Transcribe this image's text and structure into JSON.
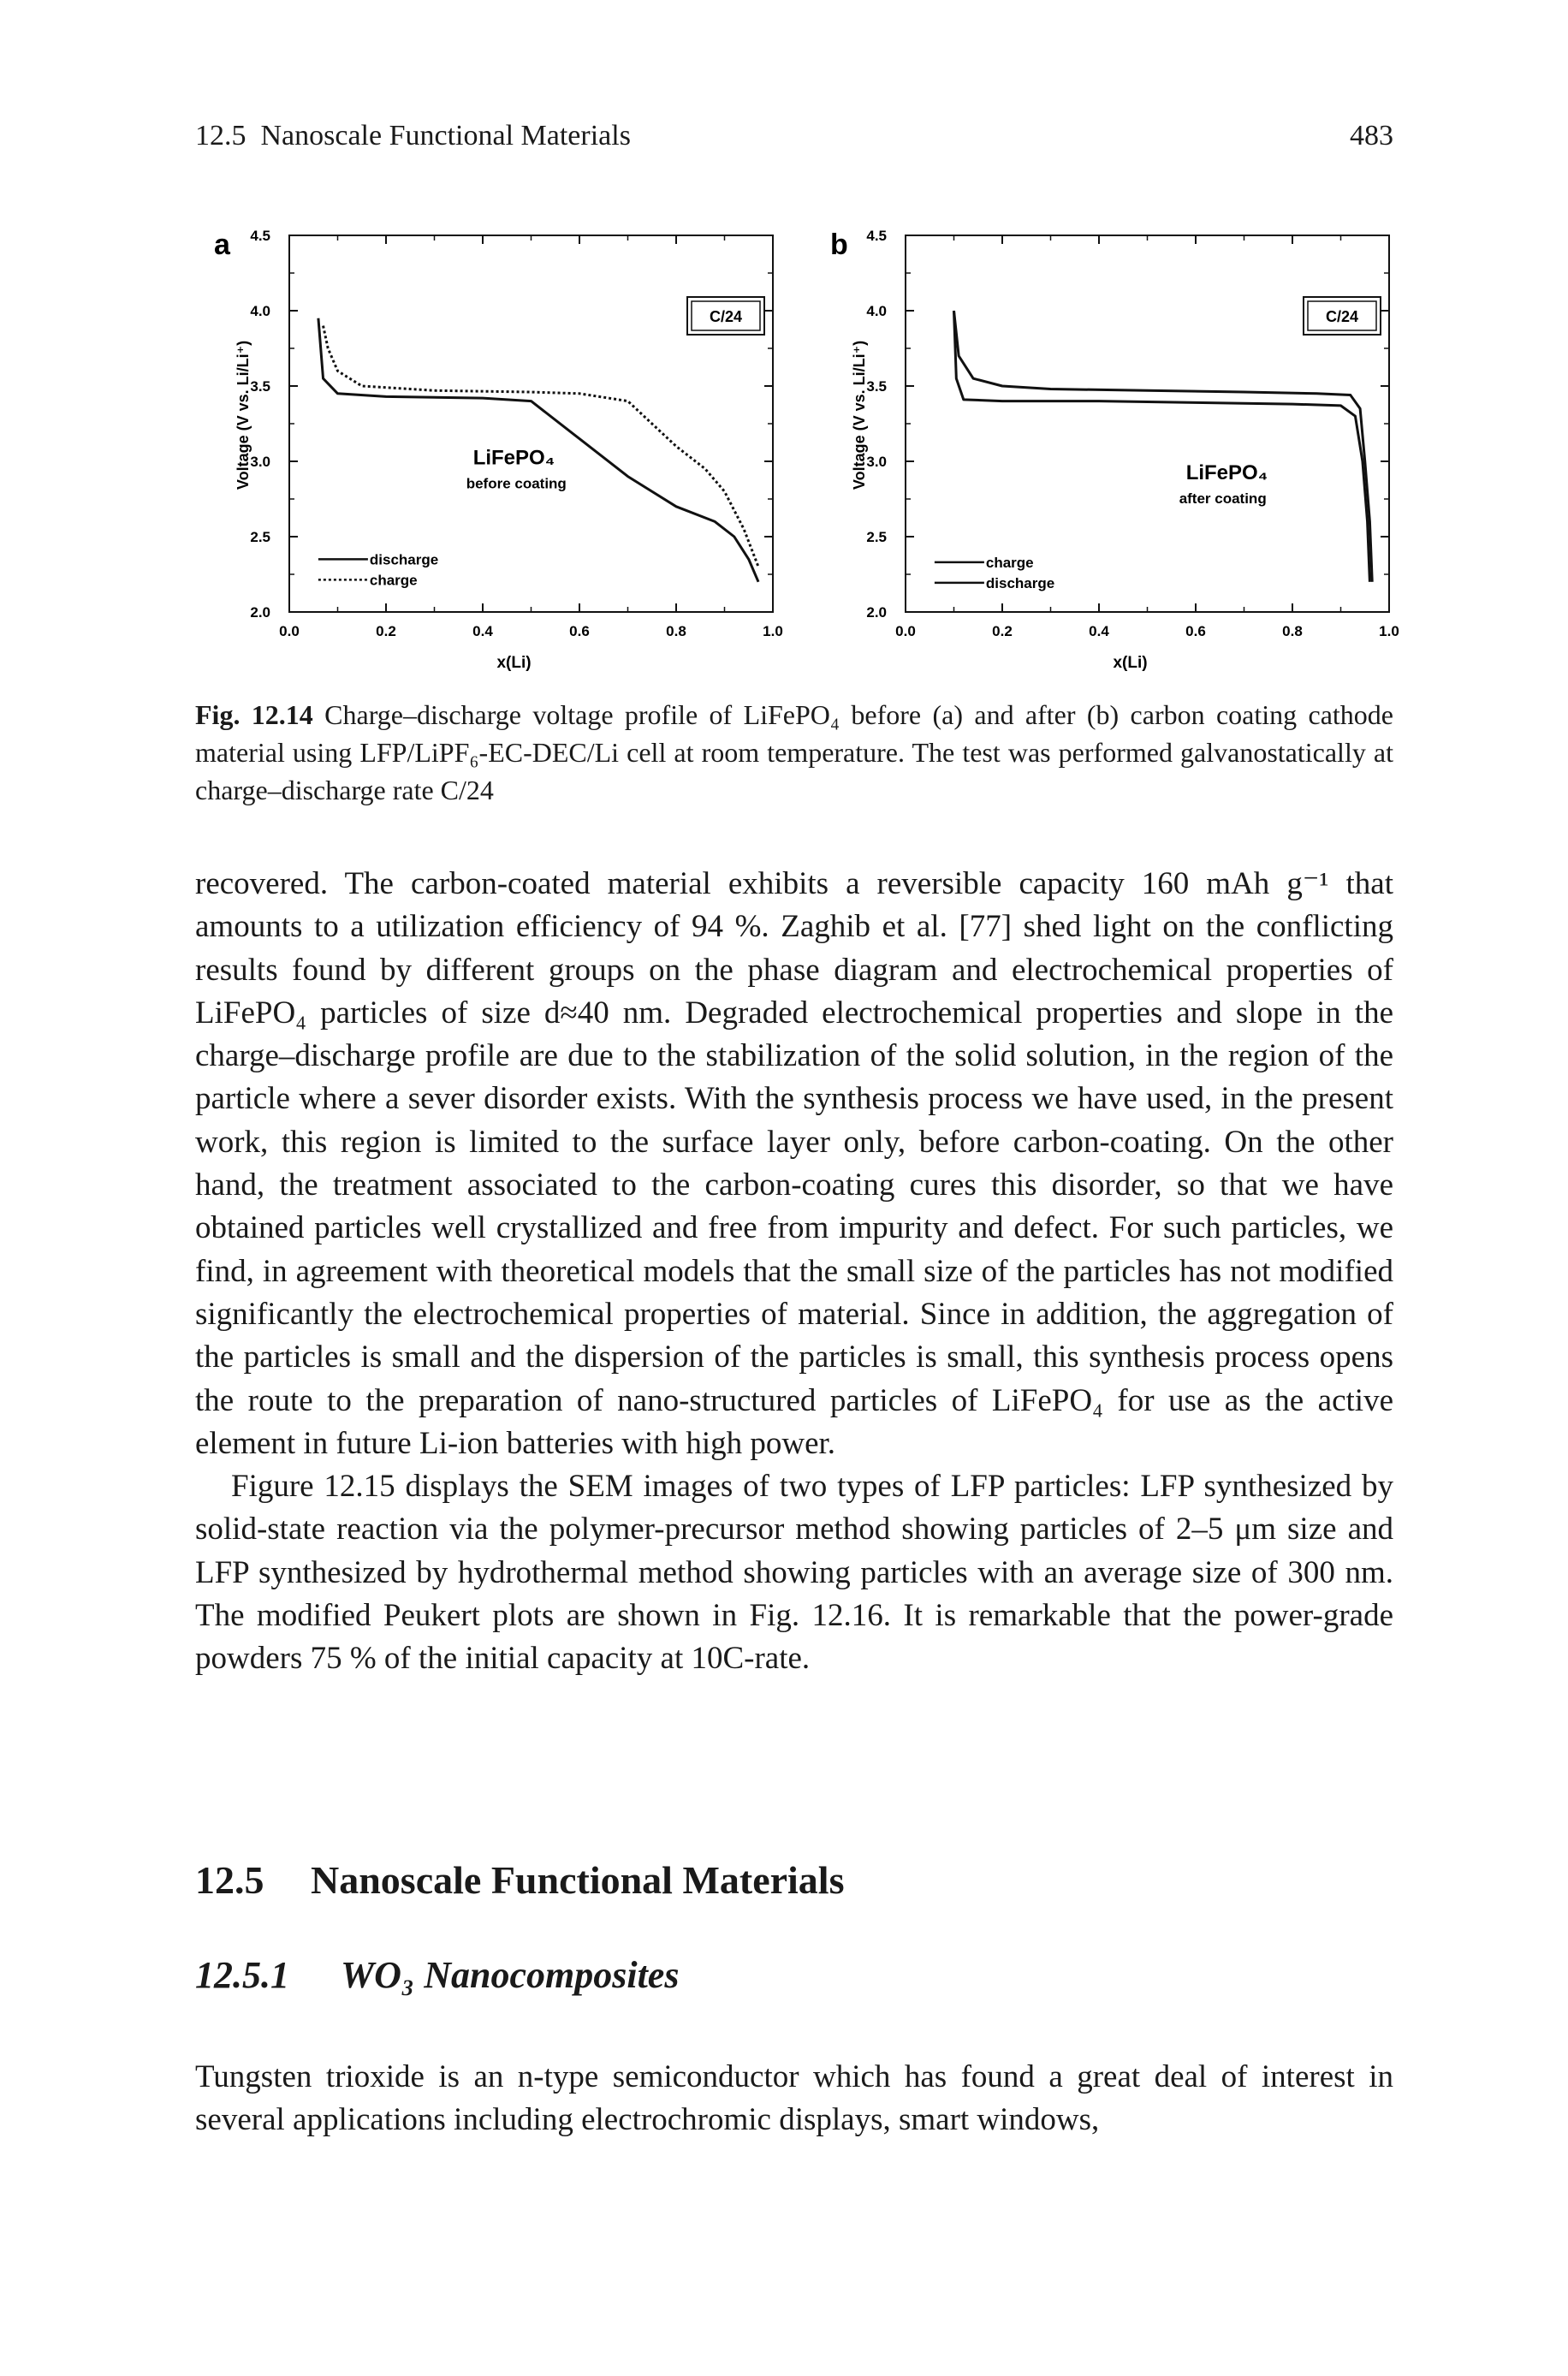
{
  "header": {
    "section": "12.5  Nanoscale Functional Materials",
    "page": "483"
  },
  "figure": {
    "panels": [
      {
        "letter": "a",
        "ylabel": "Voltage (V vs. Li/Li⁺)",
        "xlabel": "x(Li)",
        "yticks": [
          "2.0",
          "2.5",
          "3.0",
          "3.5",
          "4.0",
          "4.5"
        ],
        "xticks": [
          "0.0",
          "0.2",
          "0.4",
          "0.6",
          "0.8",
          "1.0"
        ],
        "rate": "C/24",
        "title_line1": "LiFePO₄",
        "title_line2": "before coating",
        "legend": [
          "discharge",
          "charge"
        ]
      },
      {
        "letter": "b",
        "ylabel": "Voltage (V vs. Li/Li⁺)",
        "xlabel": "x(Li)",
        "yticks": [
          "2.0",
          "2.5",
          "3.0",
          "3.5",
          "4.0",
          "4.5"
        ],
        "xticks": [
          "0.0",
          "0.2",
          "0.4",
          "0.6",
          "0.8",
          "1.0"
        ],
        "rate": "C/24",
        "title_line1": "LiFePO₄",
        "title_line2": "after coating",
        "legend": [
          "charge",
          "discharge"
        ]
      }
    ]
  },
  "chart_data": [
    {
      "type": "line",
      "xlabel": "x(Li)",
      "ylabel": "Voltage (V vs. Li/Li⁺)",
      "xlim": [
        0.0,
        1.0
      ],
      "ylim": [
        2.0,
        4.5
      ],
      "series": [
        {
          "name": "discharge",
          "x": [
            0.06,
            0.07,
            0.1,
            0.2,
            0.4,
            0.5,
            0.6,
            0.7,
            0.8,
            0.88,
            0.92,
            0.95,
            0.97
          ],
          "y": [
            3.95,
            3.55,
            3.45,
            3.43,
            3.42,
            3.4,
            3.15,
            2.9,
            2.7,
            2.6,
            2.5,
            2.35,
            2.2
          ]
        },
        {
          "name": "charge",
          "x": [
            0.07,
            0.08,
            0.1,
            0.15,
            0.3,
            0.5,
            0.6,
            0.7,
            0.8,
            0.86,
            0.9,
            0.94,
            0.97
          ],
          "y": [
            3.9,
            3.75,
            3.6,
            3.5,
            3.47,
            3.46,
            3.45,
            3.4,
            3.1,
            2.95,
            2.8,
            2.55,
            2.3
          ]
        }
      ]
    },
    {
      "type": "line",
      "xlabel": "x(Li)",
      "ylabel": "Voltage (V vs. Li/Li⁺)",
      "xlim": [
        0.0,
        1.0
      ],
      "ylim": [
        2.0,
        4.5
      ],
      "series": [
        {
          "name": "charge",
          "x": [
            0.1,
            0.11,
            0.14,
            0.2,
            0.3,
            0.5,
            0.7,
            0.85,
            0.92,
            0.94,
            0.95,
            0.96,
            0.965
          ],
          "y": [
            4.0,
            3.7,
            3.55,
            3.5,
            3.48,
            3.47,
            3.46,
            3.45,
            3.44,
            3.35,
            3.0,
            2.6,
            2.2
          ]
        },
        {
          "name": "discharge",
          "x": [
            0.1,
            0.105,
            0.12,
            0.2,
            0.4,
            0.6,
            0.8,
            0.9,
            0.93,
            0.945,
            0.955,
            0.96
          ],
          "y": [
            4.0,
            3.55,
            3.41,
            3.4,
            3.4,
            3.39,
            3.38,
            3.37,
            3.3,
            3.0,
            2.6,
            2.2
          ]
        }
      ]
    }
  ],
  "caption": {
    "label": "Fig. 12.14",
    "text": " Charge–discharge voltage profile of LiFePO₄ before (a) and after (b) carbon coating cathode material using LFP/LiPF₆-EC-DEC/Li cell at room temperature. The test was performed galvanostatically at charge–discharge rate C/24"
  },
  "body": {
    "p1": "recovered. The carbon-coated material exhibits a reversible capacity 160 mAh g⁻¹ that amounts to a utilization efficiency of 94 %. Zaghib et al. [77] shed light on the conflicting results found by different groups on the phase diagram and electrochemical properties of LiFePO₄ particles of size d≈40 nm. Degraded electrochemical properties and slope in the charge–discharge profile are due to the stabilization of the solid solution, in the region of the particle where a sever disorder exists. With the synthesis process we have used, in the present work, this region is limited to the surface layer only, before carbon-coating. On the other hand, the treatment associated to the carbon-coating cures this disorder, so that we have obtained particles well crystallized and free from impurity and defect. For such particles, we find, in agreement with theoretical models that the small size of the particles has not modified significantly the electrochemical properties of material. Since in addition, the aggregation of the particles is small and the dispersion of the particles is small, this synthesis process opens the route to the preparation of nano-structured particles of LiFePO₄ for use as the active element in future Li-ion batteries with high power.",
    "p2": "Figure 12.15 displays the SEM images of two types of LFP particles: LFP synthesized by solid-state reaction via the polymer-precursor method showing particles of 2–5 μm size and LFP synthesized by hydrothermal method showing particles with an average size of 300 nm. The modified Peukert plots are shown in Fig. 12.16. It is remarkable that the power-grade powders 75 % of the initial capacity at 10C-rate."
  },
  "section": {
    "number": "12.5",
    "title": "Nanoscale Functional Materials"
  },
  "subsection": {
    "number": "12.5.1",
    "title": "WO₃ Nanocomposites"
  },
  "body2": {
    "p1": "Tungsten trioxide is an n-type semiconductor which has found a great deal of interest in several applications including electrochromic displays, smart windows,"
  }
}
